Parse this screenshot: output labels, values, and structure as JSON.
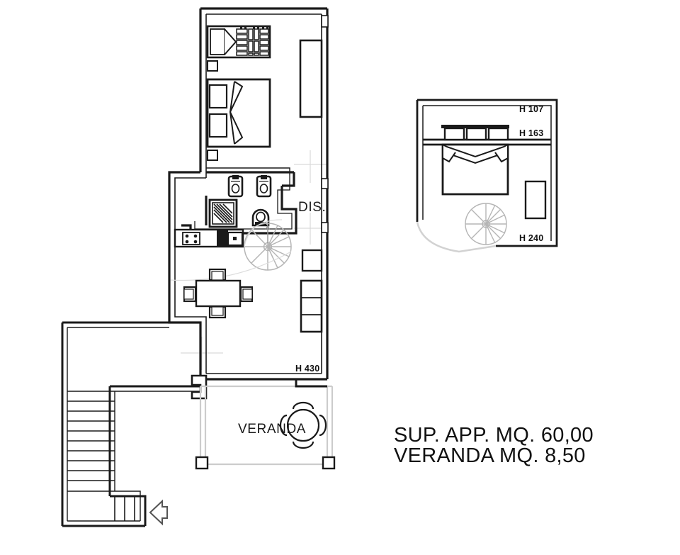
{
  "document": {
    "type": "architectural-floor-plan",
    "background_color": "#ffffff",
    "line_color": "#1a1a1a",
    "light_line_color": "#bfbfbf"
  },
  "summary": {
    "line1": "SUP. APP. MQ. 60,00",
    "line2": "VERANDA MQ. 8,50"
  },
  "main_plan": {
    "labels": {
      "hallway": "DIS.",
      "veranda": "VERANDA",
      "veranda_height": "H 430"
    },
    "rooms": [
      {
        "name": "bedroom",
        "label": ""
      },
      {
        "name": "bathroom",
        "label": ""
      },
      {
        "name": "hallway",
        "label": "DIS."
      },
      {
        "name": "kitchen-living",
        "label": ""
      },
      {
        "name": "veranda",
        "label": "VERANDA"
      }
    ],
    "fixtures": [
      "wardrobe",
      "double-bed",
      "sofa",
      "washbasin-left",
      "washbasin-right",
      "shower",
      "toilet",
      "kitchen-stove",
      "kitchen-sink",
      "dining-table",
      "dining-chairs",
      "spiral-staircase",
      "side-table",
      "cabinet",
      "round-table",
      "external-staircase",
      "entrance-arrow"
    ]
  },
  "detail_inset": {
    "name": "bedroom-section-detail",
    "heights": {
      "top": "H 107",
      "middle": "H 163",
      "bottom": "H 240"
    },
    "fixtures": [
      "double-bed",
      "headboard",
      "nightstand",
      "spiral-staircase"
    ]
  }
}
